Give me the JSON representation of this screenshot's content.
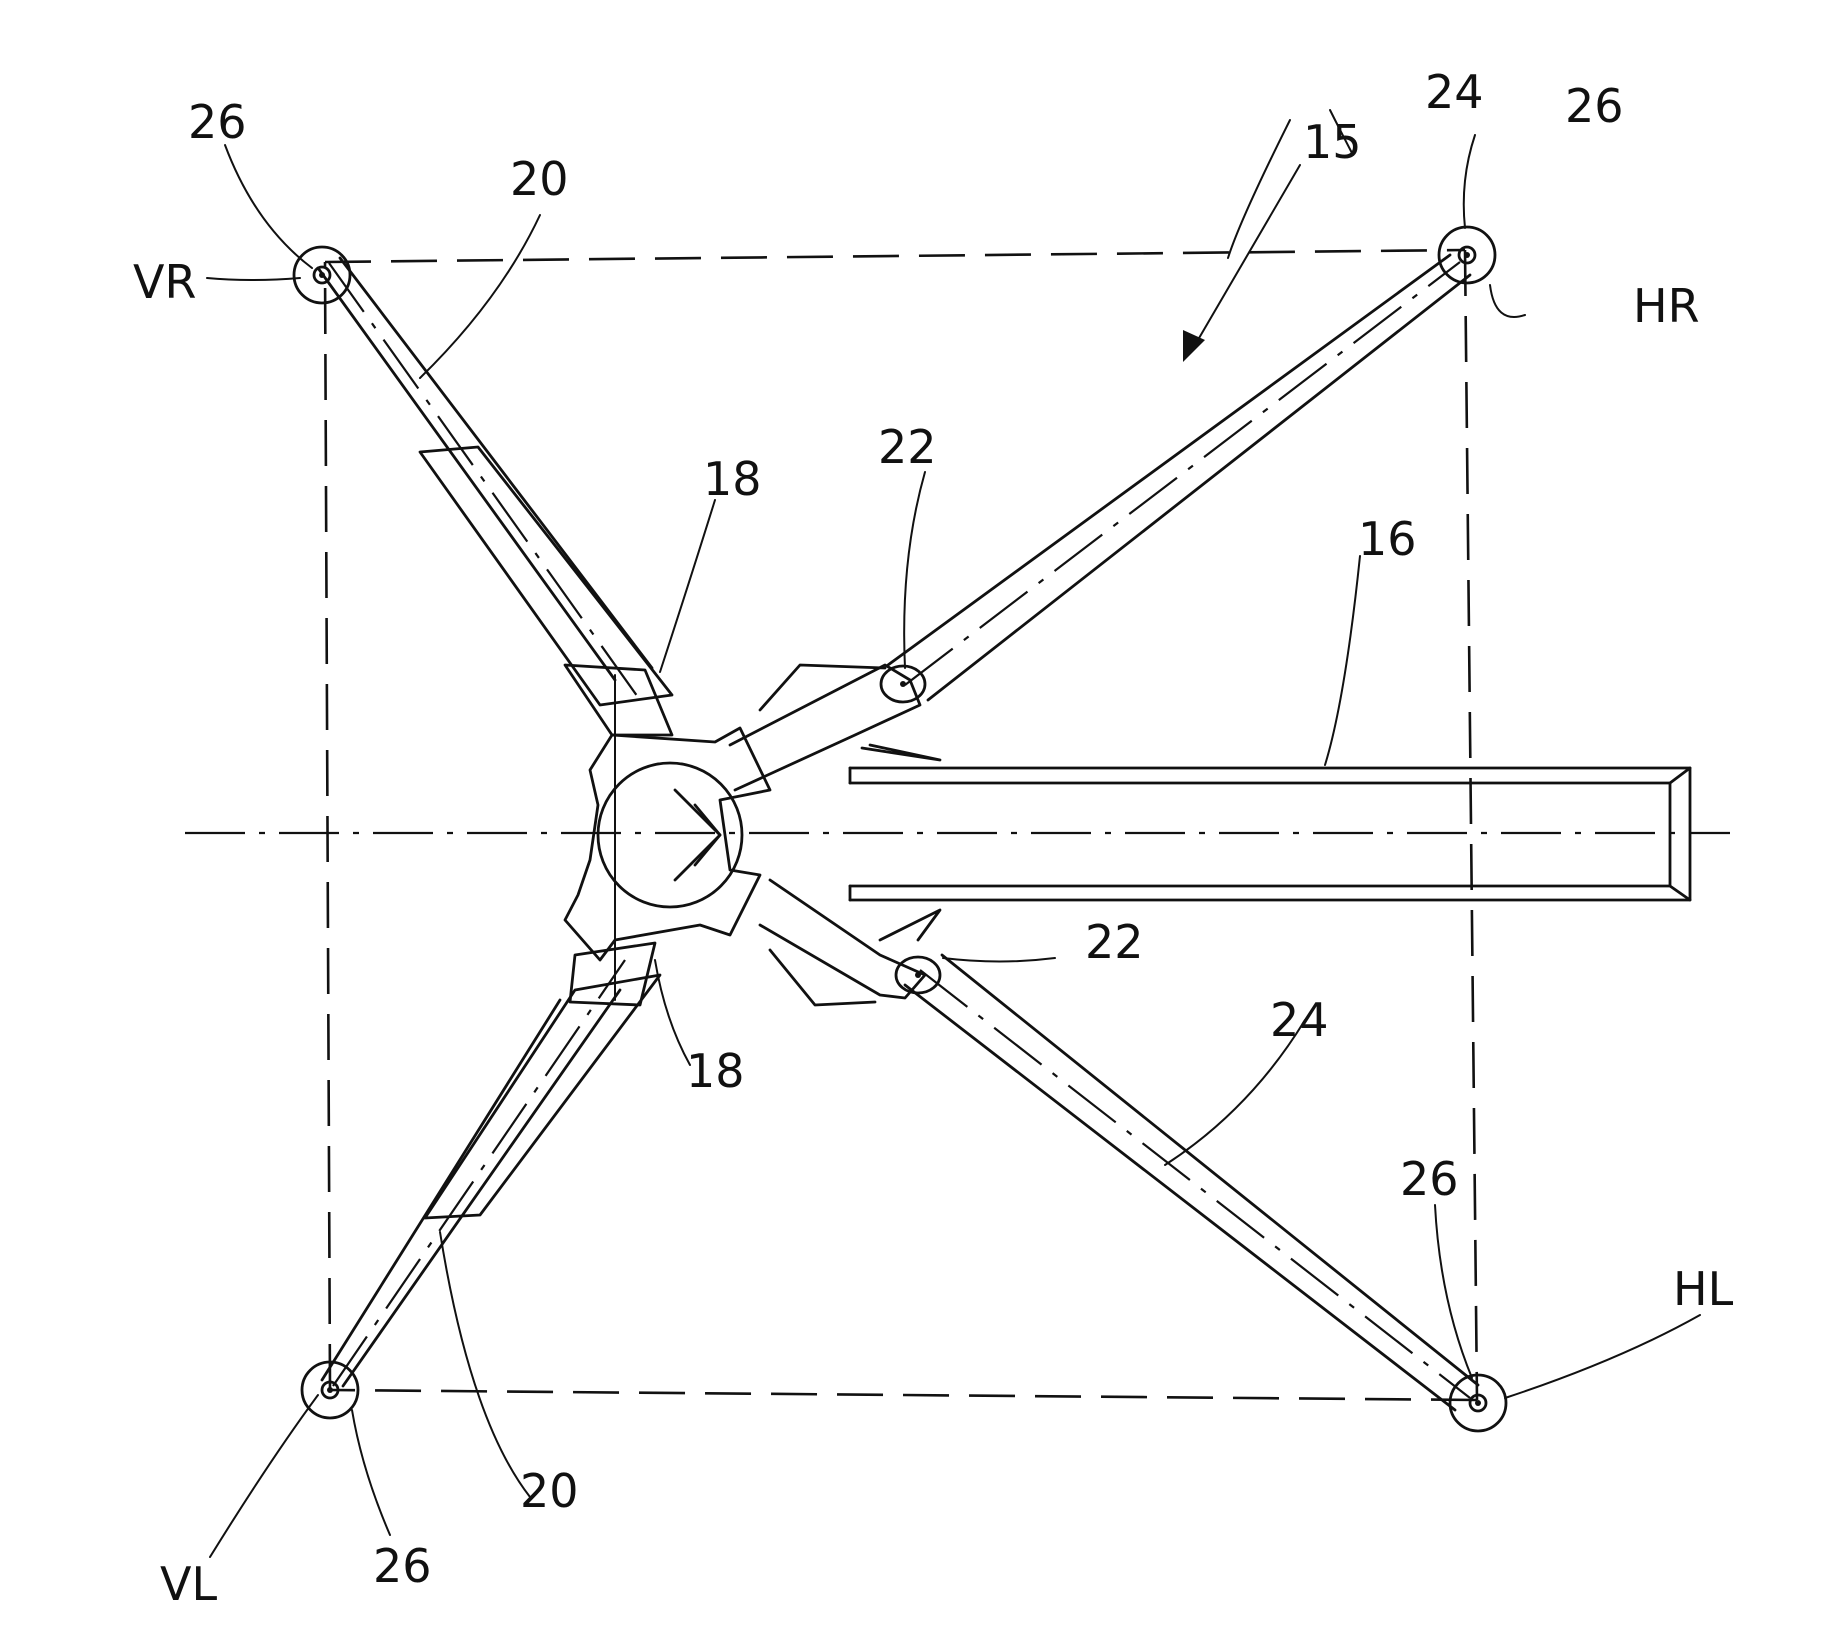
{
  "labels": {
    "ref_15": "15",
    "ref_16": "16",
    "ref_18_top": "18",
    "ref_18_bottom": "18",
    "ref_20_top": "20",
    "ref_20_bottom": "20",
    "ref_22_top": "22",
    "ref_22_bottom": "22",
    "ref_24_top": "24",
    "ref_24_bottom": "24",
    "ref_26_vr": "26",
    "ref_26_hr": "26",
    "ref_26_hl": "26",
    "ref_26_vl": "26",
    "corner_vr": "VR",
    "corner_hr": "HR",
    "corner_hl": "HL",
    "corner_vl": "VL"
  }
}
